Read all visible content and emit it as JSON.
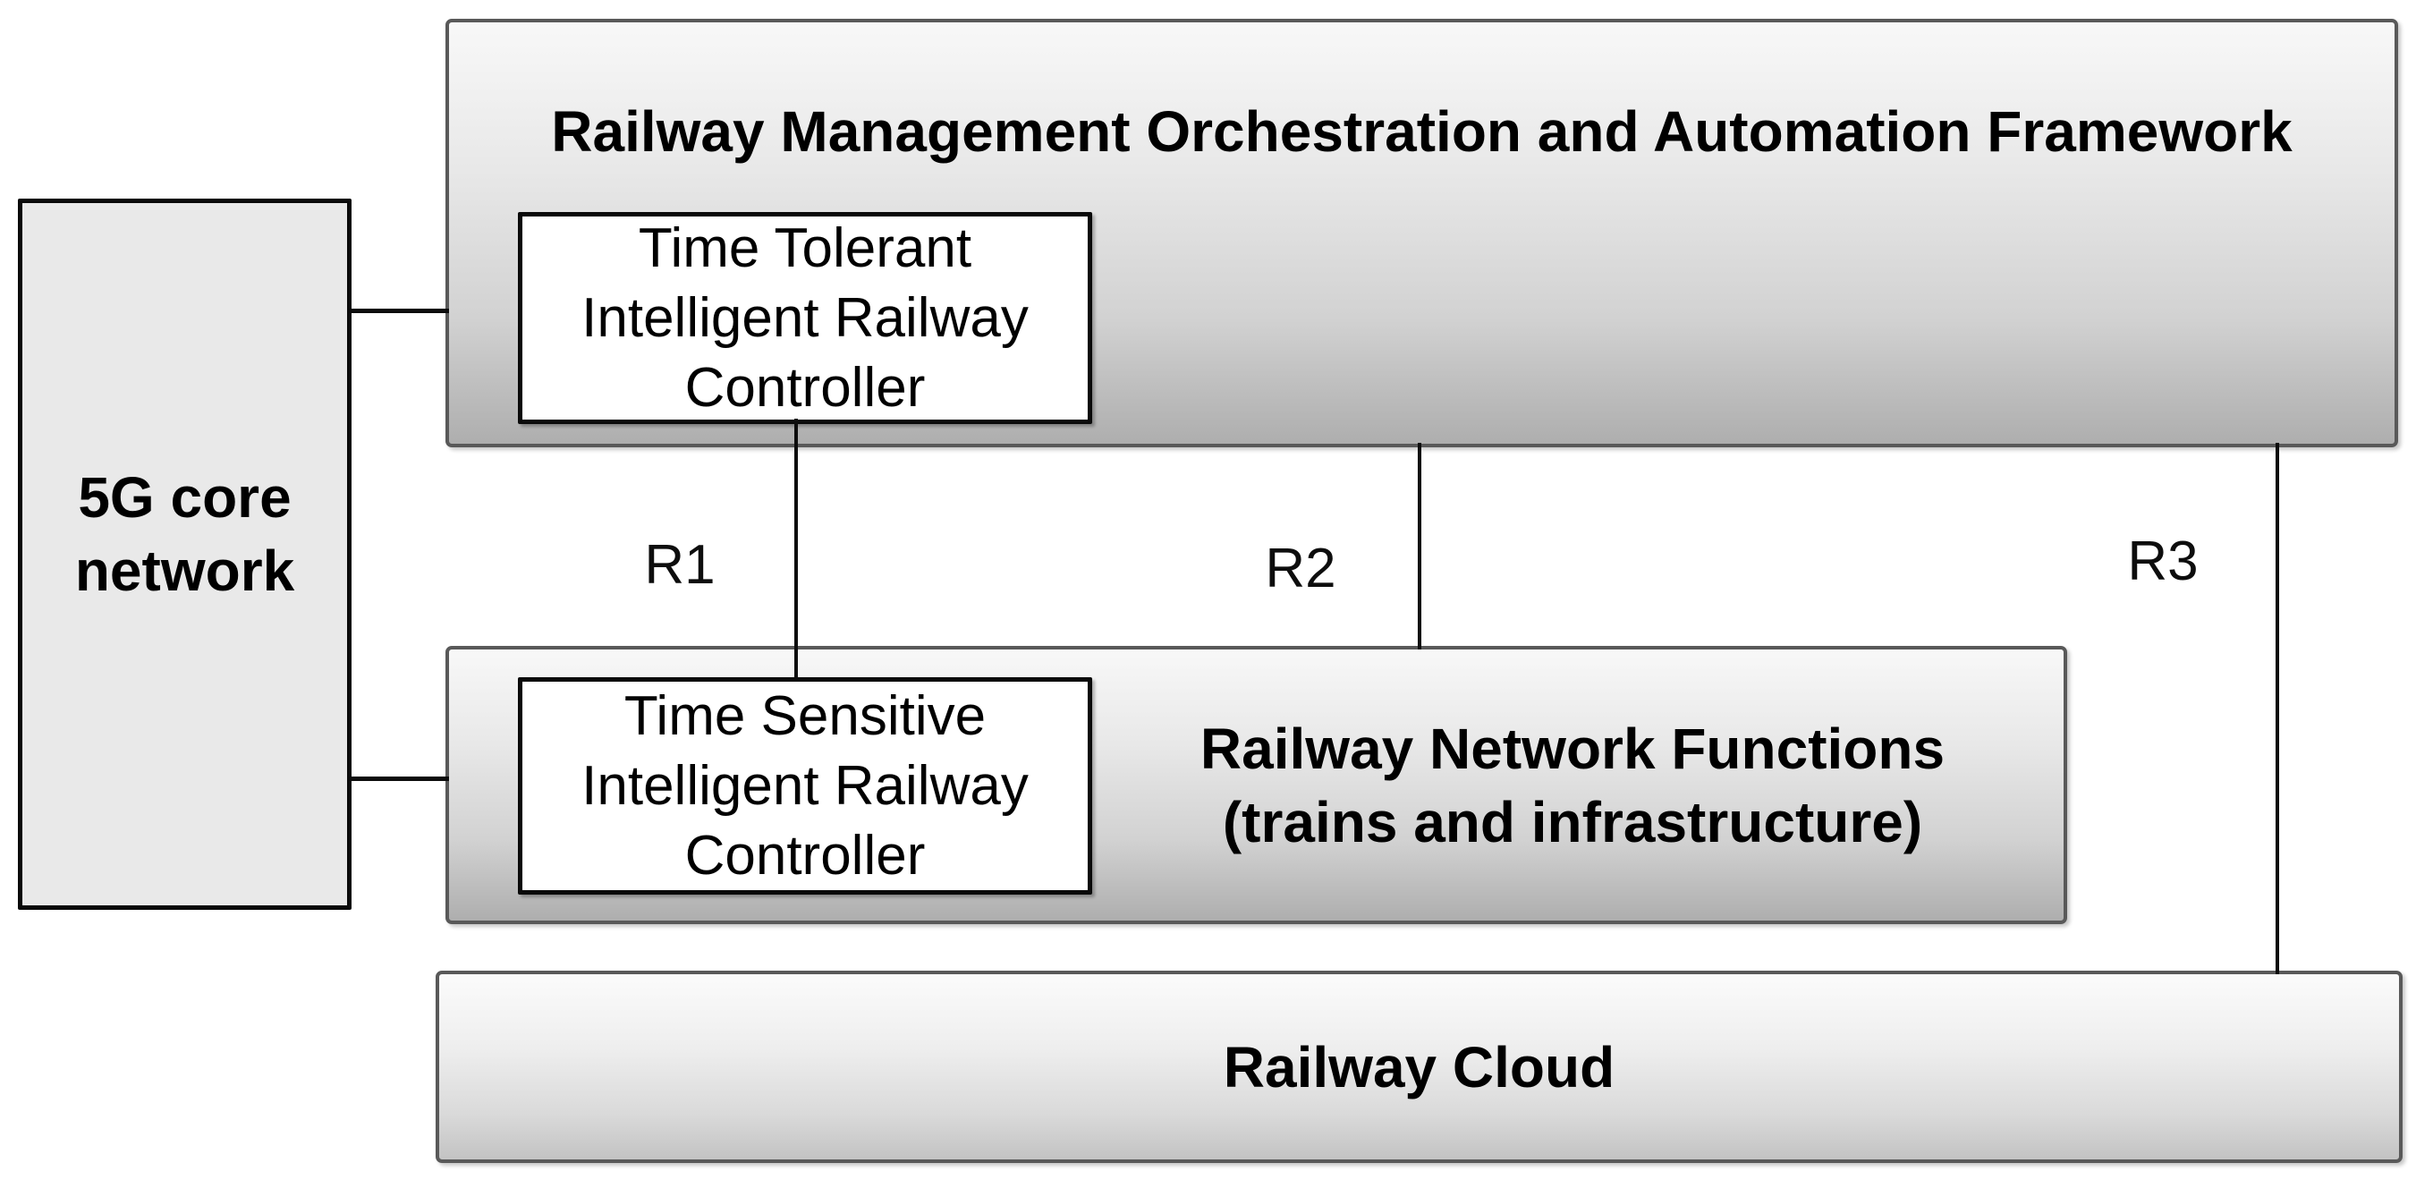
{
  "boxes": {
    "framework": {
      "title": "Railway Management Orchestration and Automation Framework"
    },
    "core_network": {
      "label": "5G core\nnetwork"
    },
    "time_tolerant": {
      "label": "Time Tolerant\nIntelligent Railway\nController"
    },
    "time_sensitive": {
      "label": "Time Sensitive\nIntelligent Railway\nController"
    },
    "network_functions": {
      "label": "Railway Network Functions\n(trains and infrastructure)"
    },
    "cloud": {
      "label": "Railway Cloud"
    }
  },
  "references": {
    "r1": "R1",
    "r2": "R2",
    "r3": "R3"
  },
  "colors": {
    "background": "#ffffff",
    "gradient_top": "#f8f8f8",
    "gradient_bottom": "#aeaeae",
    "core_network_fill": "#e9e9e9",
    "frame_border": "#595959",
    "black_border": "#0a0a0a",
    "line": "#0d0d0d",
    "text": "#000000"
  }
}
